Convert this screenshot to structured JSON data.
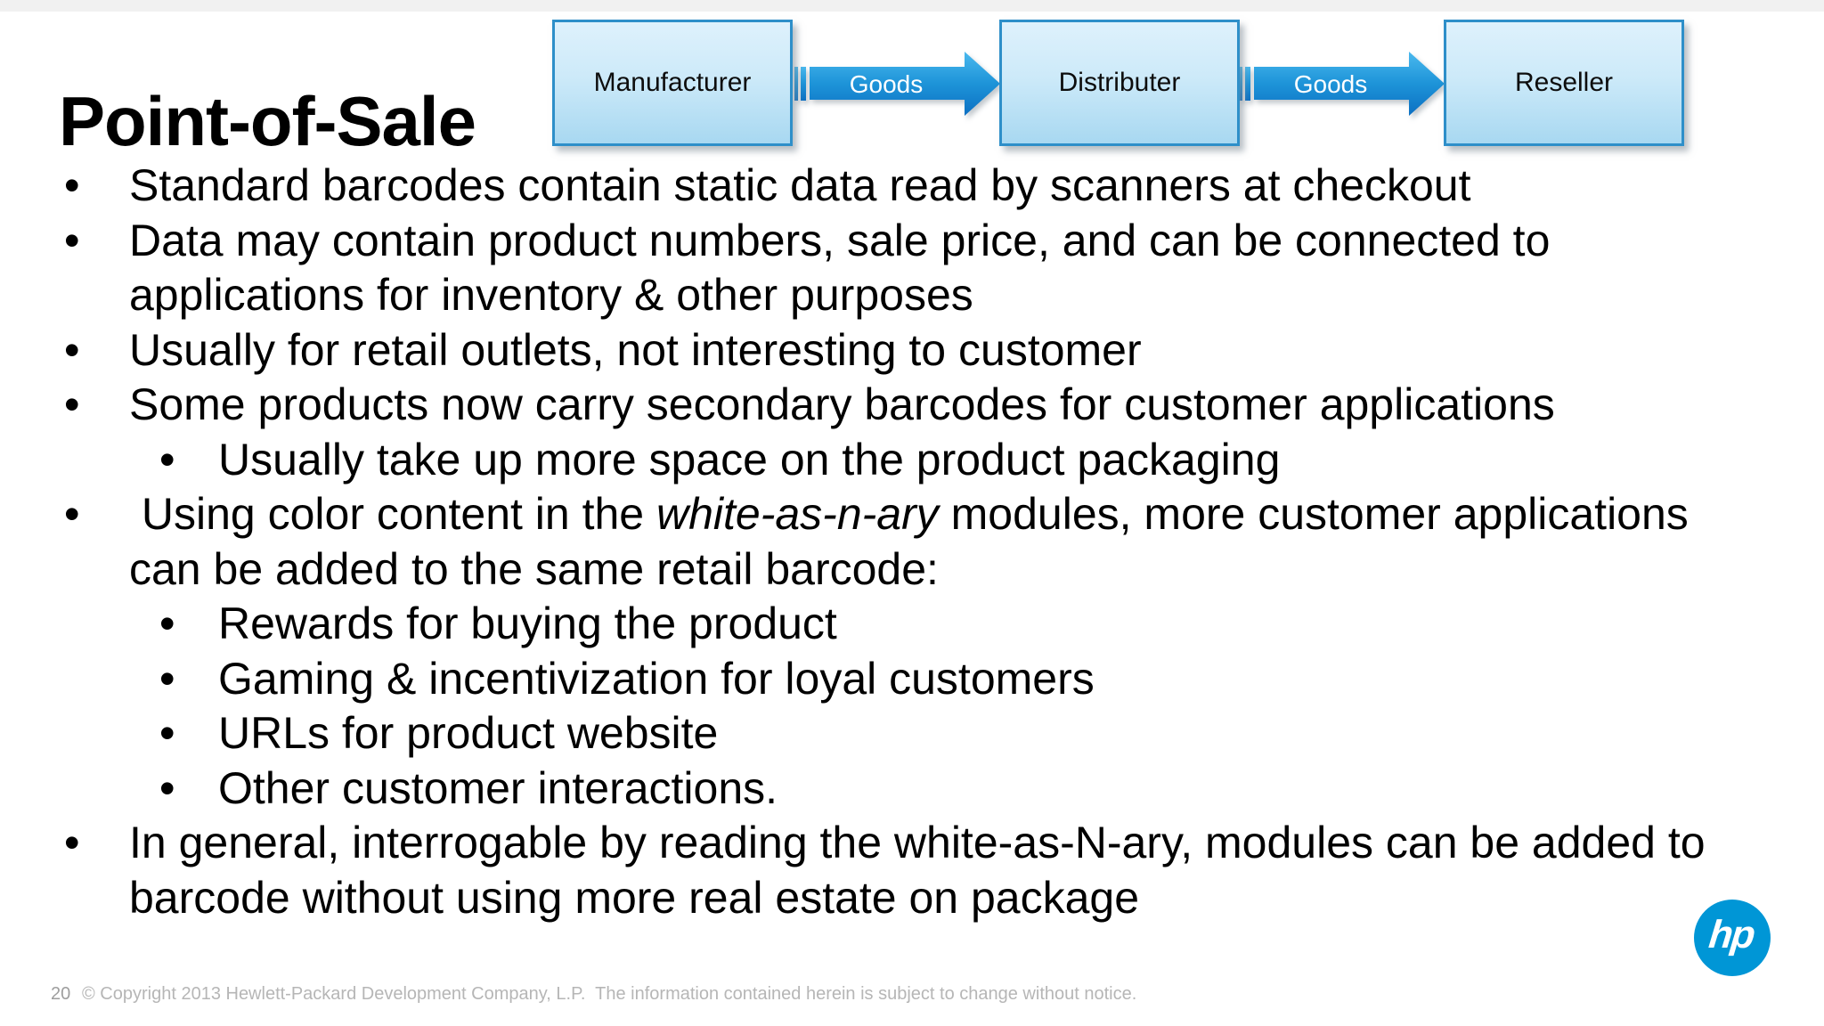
{
  "slide": {
    "title": "Point-of-Sale"
  },
  "diagram": {
    "nodes": [
      {
        "label": "Manufacturer"
      },
      {
        "label": "Distributer"
      },
      {
        "label": "Reseller"
      }
    ],
    "arrows": [
      {
        "label": "Goods"
      },
      {
        "label": "Goods"
      }
    ]
  },
  "bullets": {
    "marker": "•",
    "lines": [
      {
        "indent": 0,
        "bullet": true,
        "text": "Standard barcodes contain static data read by scanners at checkout"
      },
      {
        "indent": 0,
        "bullet": true,
        "text": "Data may contain product numbers, sale price, and can be connected to"
      },
      {
        "indent": 0,
        "bullet": false,
        "text": "applications for inventory & other purposes"
      },
      {
        "indent": 0,
        "bullet": true,
        "text": "Usually for retail outlets, not interesting to customer"
      },
      {
        "indent": 0,
        "bullet": true,
        "text": "Some products now carry secondary barcodes for customer applications"
      },
      {
        "indent": 1,
        "bullet": true,
        "text": "Usually take up more space on the product packaging"
      },
      {
        "indent": 0,
        "bullet": true,
        "segments": [
          {
            "text": " Using color content in the "
          },
          {
            "text": "white-as-n-ary",
            "italic": true
          },
          {
            "text": " modules, more customer applications"
          }
        ]
      },
      {
        "indent": 0,
        "bullet": false,
        "text": "can be added to the same retail barcode:"
      },
      {
        "indent": 1,
        "bullet": true,
        "text": "Rewards for buying the product"
      },
      {
        "indent": 1,
        "bullet": true,
        "text": "Gaming & incentivization for loyal customers"
      },
      {
        "indent": 1,
        "bullet": true,
        "text": "URLs for product website"
      },
      {
        "indent": 1,
        "bullet": true,
        "text": "Other customer interactions."
      },
      {
        "indent": 0,
        "bullet": true,
        "text": "In general, interrogable by reading the white-as-N-ary, modules can be added to"
      },
      {
        "indent": 0,
        "bullet": false,
        "text": "barcode without using more real estate on package"
      }
    ]
  },
  "footer": {
    "page_number": "20",
    "copyright": "© Copyright 2013 Hewlett-Packard Development Company, L.P.  The information contained herein is subject to change without notice."
  },
  "logo": {
    "text": "hp",
    "color": "#0096d6"
  },
  "colors": {
    "node_border": "#2e8fc9",
    "node_fill_top": "#def1fc",
    "node_fill_bottom": "#a8d8f1",
    "arrow_top": "#4ab9ee",
    "arrow_bottom": "#0c6fc2",
    "footer_text": "#b6b6b6",
    "hp_blue": "#0096d6"
  }
}
